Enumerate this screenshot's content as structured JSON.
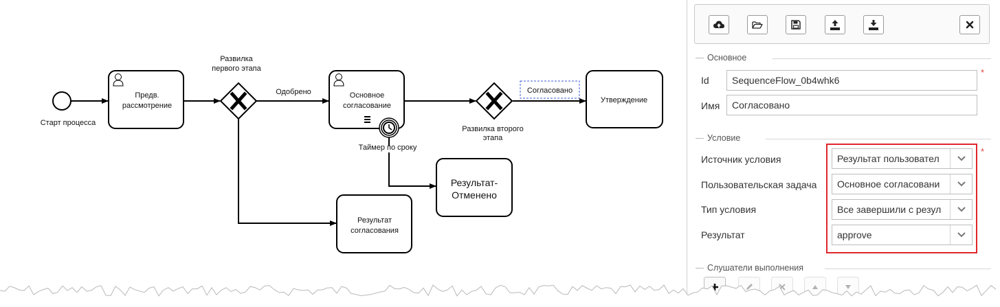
{
  "diagram": {
    "start_event_label": "Старт процесса",
    "task_prelim_line1": "Предв.",
    "task_prelim_line2": "рассмотрение",
    "gateway1_line1": "Развилка",
    "gateway1_line2": "первого этапа",
    "flow_approved_label": "Одобрено",
    "task_main_line1": "Основное",
    "task_main_line2": "согласование",
    "timer_label": "Таймер по сроку",
    "gateway2_line1": "Развилка второго",
    "gateway2_line2": "этапа",
    "flow_agreed_label": "Согласовано",
    "task_approval_label": "Утверждение",
    "task_result_line1": "Результат",
    "task_result_line2": "согласования",
    "task_cancel_line1": "Результат-",
    "task_cancel_line2": "Отменено"
  },
  "toolbar": {
    "buttons": [
      "cloud-upload-icon",
      "folder-open-icon",
      "save-icon",
      "export-icon",
      "import-icon"
    ],
    "close": "close-icon"
  },
  "properties": {
    "general_section_title": "Основное",
    "id_label": "Id",
    "id_value": "SequenceFlow_0b4whk6",
    "name_label": "Имя",
    "name_value": "Согласовано",
    "required_mark": "*",
    "condition_section_title": "Условие",
    "condition_source_label": "Источник условия",
    "condition_source_value": "Результат пользовател",
    "user_task_label": "Пользовательская задача",
    "user_task_value": "Основное согласовани",
    "condition_type_label": "Тип условия",
    "condition_type_value": "Все завершили с резул",
    "result_label": "Результат",
    "result_value": "approve",
    "listeners_section_title": "Слушатели выполнения",
    "listener_actions": [
      "add-icon",
      "edit-icon",
      "delete-icon",
      "move-up-icon",
      "move-down-icon"
    ]
  },
  "colors": {
    "highlight": "#e0252b",
    "required": "#e0453b",
    "selection_dashed": "#3b5bd6"
  }
}
